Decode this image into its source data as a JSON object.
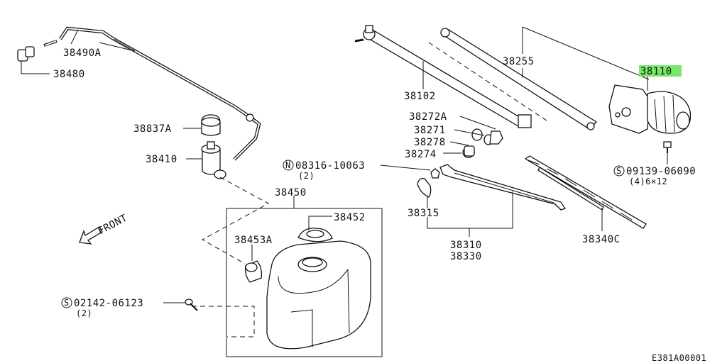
{
  "labels": {
    "p38490A": "38490A",
    "p38480": "38480",
    "p38837A": "38837A",
    "p38410": "38410",
    "p38450": "38450",
    "p38452": "38452",
    "p38453A": "38453A",
    "s02142": "02142-06123",
    "s02142_qty": "(2)",
    "n08316": "08316-10063",
    "n08316_qty": "(2)",
    "p38102": "38102",
    "p38255": "38255",
    "p38110": "38110",
    "p38272A": "38272A",
    "p38271": "38271",
    "p38278": "38278",
    "p38274": "38274",
    "s09139": "09139-06090",
    "s09139_qty": "(4)6×12",
    "p38315": "38315",
    "p38310": "38310",
    "p38330": "38330",
    "p38340C": "38340C",
    "front": "FRONT",
    "figure_code": "E381A00001"
  },
  "symbols": {
    "s_mark": "S",
    "n_mark": "N"
  },
  "colors": {
    "highlight": "#77e86a",
    "ink": "#111111"
  }
}
